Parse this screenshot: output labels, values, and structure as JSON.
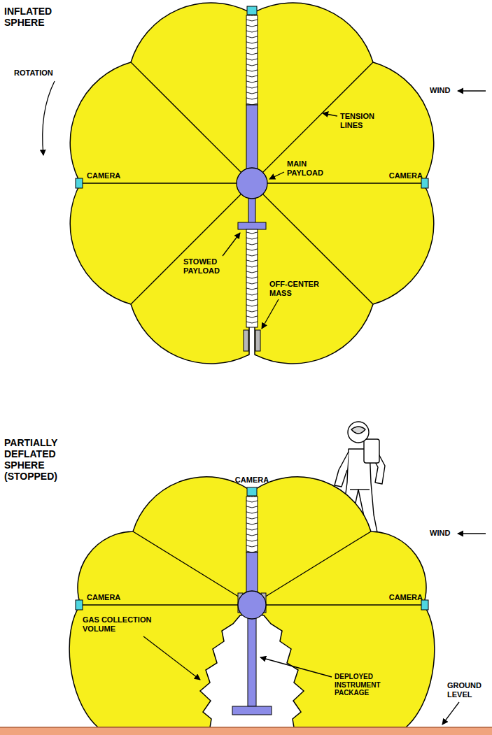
{
  "diagram": {
    "labels": [
      "INFLATED SPHERE",
      "ROTATION",
      "WIND",
      "TENSION LINES",
      "CAMERA",
      "MAIN PAYLOAD",
      "CAMERA",
      "STOWED PAYLOAD",
      "OFF-CENTER MASS",
      "PARTIALLY DEFLATED SPHERE (STOPPED)",
      "CAMERA",
      "WIND",
      "CAMERA",
      "CAMERA",
      "GAS COLLECTION VOLUME",
      "DEPLOYED INSTRUMENT PACKAGE",
      "GROUND LEVEL"
    ]
  }
}
